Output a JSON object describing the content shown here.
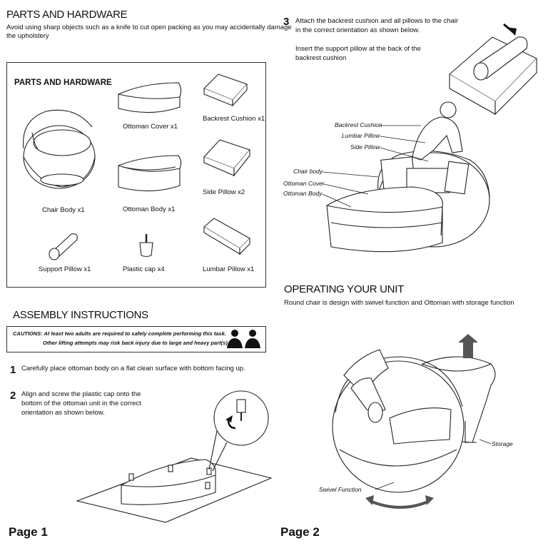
{
  "page1": {
    "title": "PARTS AND HARDWARE",
    "intro_line1": "Avoid using sharp objects such as a knife to cut open packing as you may accidentally damage",
    "intro_line2": "the upholstery",
    "box_title": "PARTS AND HARDWARE",
    "parts": {
      "ottoman_cover": "Ottoman Cover x1",
      "backrest_cushion": "Backrest Cushion x1",
      "chair_body": "Chair Body x1",
      "ottoman_body": "Ottoman Body x1",
      "side_pillow": "Side Pillow x2",
      "support_pillow": "Support Pillow x1",
      "plastic_cap": "Plastic cap x4",
      "lumbar_pillow": "Lumbar Pillow x1"
    },
    "assembly_title": "ASSEMBLY INSTRUCTIONS",
    "caution_line1": "CAUTIONS: At least two adults are required to safely complete performing this task.",
    "caution_line2": "Other lifting attempts may risk back injury due to large and heavy part(s).",
    "step1_num": "1",
    "step1_text": "Carefully place ottoman body on a flat clean surface with bottom facing up.",
    "step2_num": "2",
    "step2_line1": "Align and screw the plastic cap onto the",
    "step2_line2": "bottom of the ottoman unit in the correct",
    "step2_line3": "orientation as shown below.",
    "page_label": "Page 1"
  },
  "page2": {
    "step3_num": "3",
    "step3_line1": "Attach the backrest cushion and all pillows to the chair",
    "step3_line2": "in the correct orientation as shown below.",
    "step3_line3": "Insert the support pillow at the back of the",
    "step3_line4": "backrest cushion",
    "callouts": {
      "backrest_cushion": "Backrest Cushion",
      "lumbar_pillow": "Lumbar Pillow",
      "side_pillow": "Side Pillow",
      "chair_body": "Chair body",
      "ottoman_cover": "Ottoman Cover",
      "ottoman_body": "Ottoman Body"
    },
    "operating_title": "OPERATING YOUR UNIT",
    "operating_text": "Round chair is design with swivel function and Ottoman with storage function",
    "storage_label": "Storage",
    "swivel_label": "Swivel Function",
    "page_label": "Page 2"
  }
}
